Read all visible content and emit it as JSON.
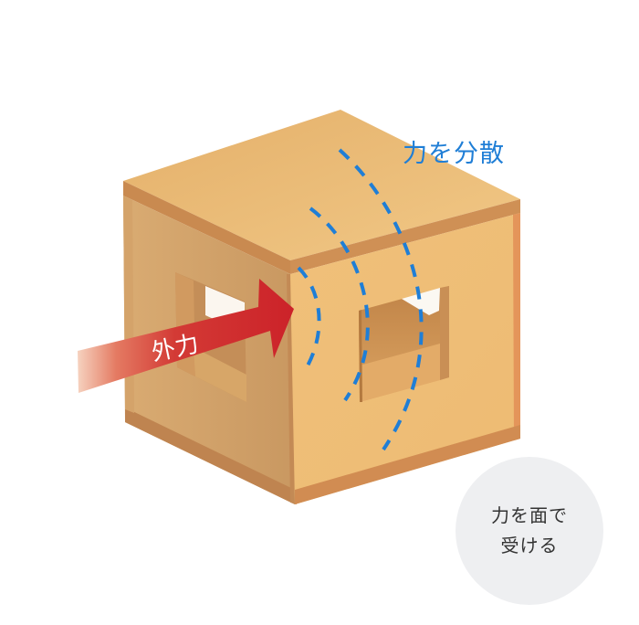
{
  "diagram": {
    "subject": "wooden box cube with square openings on two faces",
    "labels": {
      "dispersion": "力を分散",
      "external_force": "外力",
      "callout_line1": "力を面で",
      "callout_line2": "受ける"
    },
    "colors": {
      "background": "#ffffff",
      "top_face": "#eab86f",
      "top_face_light": "#f0c682",
      "front_edge": "#c98a4f",
      "left_face": "#d8a86e",
      "left_face_dark": "#c8955c",
      "right_face": "#efbf78",
      "right_edge": "#e0925a",
      "hole_inner_dark": "#b87e46",
      "hole_inner_light": "#e2aa66",
      "arrow_red": "#cc2229",
      "arrow_fade": "#f3c2a8",
      "dash_blue": "#1f7ed6",
      "callout_bg": "#eeeff1",
      "callout_text": "#333333"
    },
    "elements": [
      {
        "type": "cube",
        "faces": [
          "top",
          "left",
          "right"
        ]
      },
      {
        "type": "arrow",
        "label": "外力",
        "direction": "right",
        "target": "front-left edge"
      },
      {
        "type": "dashed-arcs",
        "count": 3,
        "meaning": "force dispersion"
      },
      {
        "type": "circle-callout",
        "text": "力を面で受ける"
      }
    ]
  }
}
